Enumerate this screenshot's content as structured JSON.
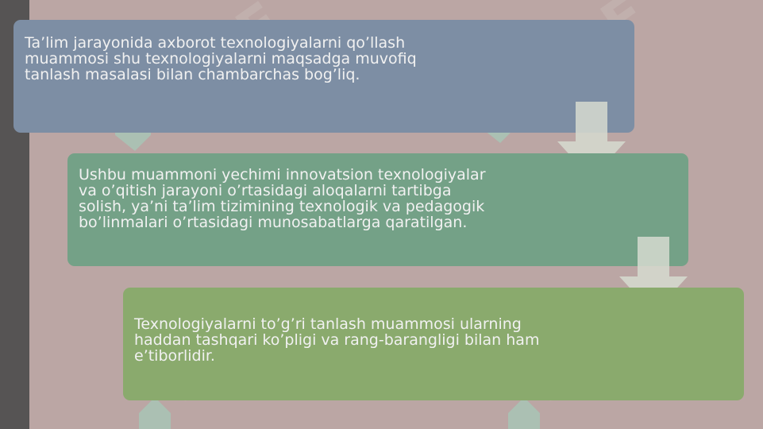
{
  "colors": {
    "background": "#bba6a4",
    "left_bar": "#565454",
    "box1": "#7d8ea4",
    "box2": "#74a187",
    "box3": "#8aaa6d",
    "arrow": "#d6dad0",
    "text": "#f1f1f1"
  },
  "steps": [
    {
      "text": "Ta’lim jarayonida axborot texnologiyalarni qo’llash\nmuammosi shu texnologiyalarni maqsadga muvofiq\ntanlash masalasi bilan chambarchas bog’liq."
    },
    {
      "text": "Ushbu muammoni yechimi innovatsion texnologiyalar\nva o’qitish jarayoni o’rtasidagi aloqalarni tartibga\nsolish, ya’ni ta’lim tizimining texnologik va pedagogik\nbo’linmalari o’rtasidagi munosabatlarga qaratilgan."
    },
    {
      "text": "Texnologiyalarni to’g’ri tanlash muammosi ularning\nhaddan tashqari ko’pligi va rang-barangligi bilan ham\ne’tiborlidir."
    }
  ],
  "icons": {
    "down_arrow": "down-arrow-icon",
    "watermark": "watermark-logo"
  }
}
